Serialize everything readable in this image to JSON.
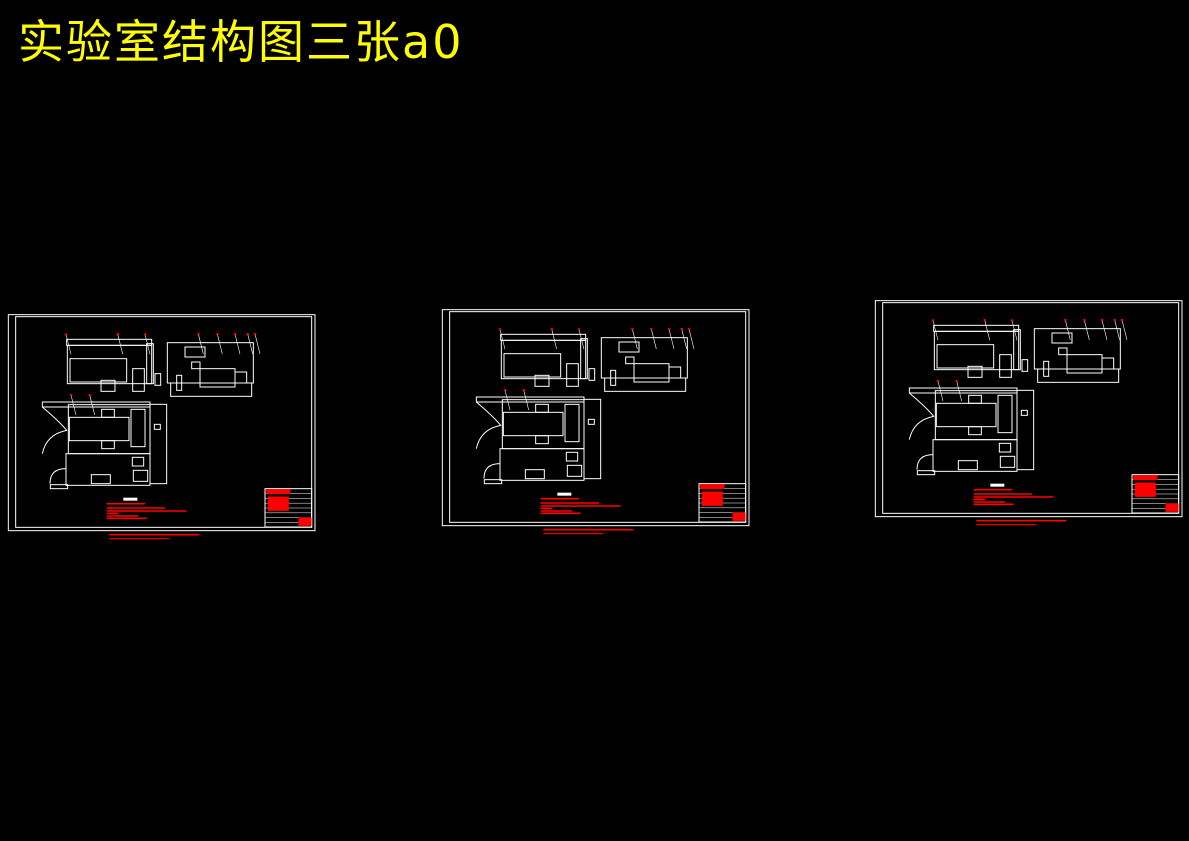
{
  "title": "实验室结构图三张a0",
  "colors": {
    "background": "#000000",
    "title": "#ffff00",
    "lines": "#ffffff",
    "annotations": "#ff0000"
  },
  "sheets": [
    {
      "name": "sheet-1"
    },
    {
      "name": "sheet-2"
    },
    {
      "name": "sheet-3"
    }
  ]
}
